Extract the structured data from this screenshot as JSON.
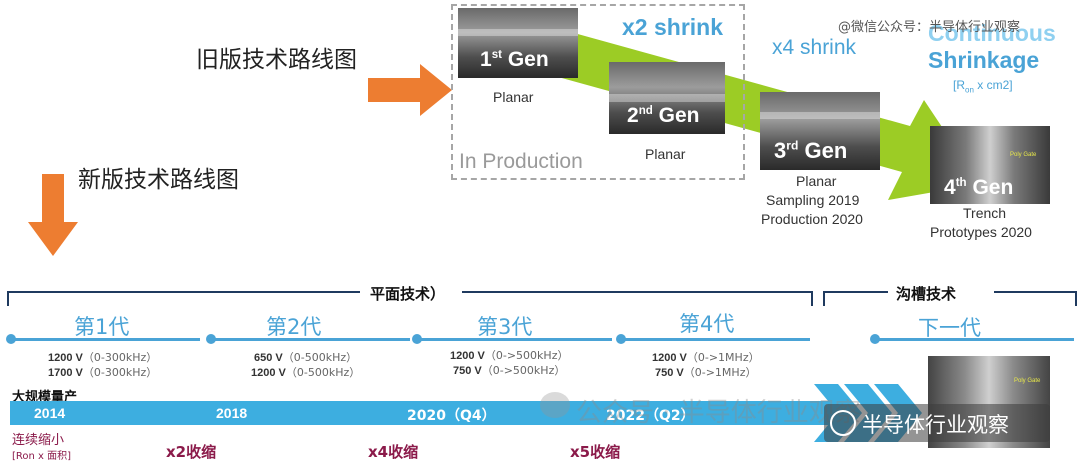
{
  "old_roadmap": {
    "label": "旧版技术路线图",
    "box_title": "In Production",
    "shrink_x2": "x2 shrink",
    "shrink_x4": "x4 shrink",
    "continuous": {
      "line1": "Continuous",
      "line2": "Shrinkage",
      "unit": "[R",
      "unit_sub": "on",
      "unit_rest": " x cm2]"
    },
    "gens": [
      {
        "ord": "1",
        "sup": "st",
        "word": "Gen",
        "desc": "Planar"
      },
      {
        "ord": "2",
        "sup": "nd",
        "word": "Gen",
        "desc": "Planar"
      },
      {
        "ord": "3",
        "sup": "rd",
        "word": "Gen",
        "desc1": "Planar",
        "desc2": "Sampling 2019",
        "desc3": "Production 2020"
      },
      {
        "ord": "4",
        "sup": "th",
        "word": "Gen",
        "desc1": "Trench",
        "desc2": "Prototypes 2020"
      }
    ],
    "chip_tag": "Poly Gate"
  },
  "new_roadmap": {
    "label": "新版技术路线图",
    "planar_bracket": "平面技术）",
    "trench_bracket": "沟槽技术",
    "gens": [
      {
        "name": "第1代",
        "specs": [
          {
            "v": "1200 V",
            "f": "（0-300kHz）"
          },
          {
            "v": "1700 V",
            "f": "（0-300kHz）"
          }
        ]
      },
      {
        "name": "第2代",
        "specs": [
          {
            "v": "650 V",
            "f": "（0-500kHz）"
          },
          {
            "v": "1200 V",
            "f": "（0-500kHz）"
          }
        ]
      },
      {
        "name": "第3代",
        "specs": [
          {
            "v": "1200 V",
            "f": "（0->500kHz）"
          },
          {
            "v": "750 V",
            "f": "（0->500kHz）"
          }
        ]
      },
      {
        "name": "第4代",
        "specs": [
          {
            "v": "1200 V",
            "f": "（0->1MHz）"
          },
          {
            "v": "750 V",
            "f": "（0->1MHz）"
          }
        ]
      },
      {
        "name": "下一代"
      }
    ],
    "mass_production": "大规模量产",
    "years": [
      "2014",
      "2018",
      "2020（Q4）",
      "2022（Q2）"
    ],
    "continuous_shrink": "连续缩小",
    "ron_area": "[Ron x 面积]",
    "shrinks": [
      "x2收缩",
      "x4收缩",
      "x5收缩"
    ]
  },
  "watermark": {
    "top_right": "@微信公众号：半导体行业观察",
    "center": "公众号 · 半导体行业观察",
    "badge": "半导体行业观察"
  }
}
